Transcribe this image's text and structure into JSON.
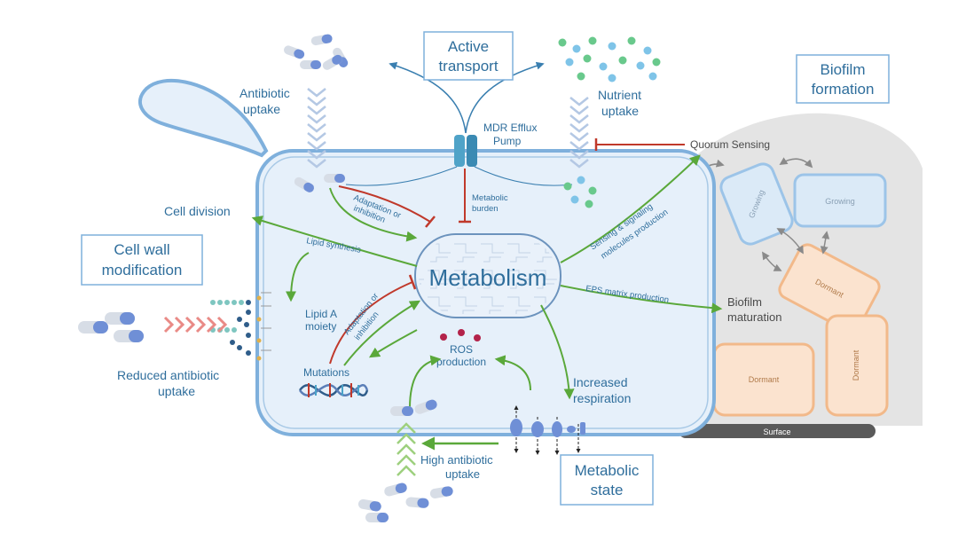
{
  "boxes": {
    "active_transport": [
      "Active",
      "transport"
    ],
    "biofilm_formation": [
      "Biofilm",
      "formation"
    ],
    "cell_wall_modification": [
      "Cell wall",
      "modification"
    ],
    "metabolic_state": [
      "Metabolic",
      "state"
    ]
  },
  "center": {
    "metabolism": "Metabolism"
  },
  "labels": {
    "antibiotic_uptake": [
      "Antibiotic",
      "uptake"
    ],
    "nutrient_uptake": [
      "Nutrient",
      "uptake"
    ],
    "mdr_efflux_pump": [
      "MDR Efflux",
      "Pump"
    ],
    "quorum_sensing": "Quorum Sensing",
    "cell_division": "Cell division",
    "lipid_synthesis": "Lipid synthesis",
    "lipid_a_moiety": [
      "Lipid A",
      "moiety"
    ],
    "adaptation_top": [
      "Adaptation or",
      "inhibition"
    ],
    "adaptation_left": [
      "Adaptation or",
      "inhibition"
    ],
    "metabolic_burden": [
      "Metabolic",
      "burden"
    ],
    "sensing_signaling": [
      "Sensing & signaling",
      "molecules production"
    ],
    "eps_matrix": "EPS matrix production",
    "biofilm_maturation": [
      "Biofilm",
      "maturation"
    ],
    "mutations": "Mutations",
    "ros_production": [
      "ROS",
      "production"
    ],
    "increased_respiration": [
      "Increased",
      "respiration"
    ],
    "reduced_antibiotic_uptake": [
      "Reduced antibiotic",
      "uptake"
    ],
    "high_antibiotic_uptake": [
      "High antibiotic",
      "uptake"
    ]
  },
  "biofilm_cells": {
    "growing_1": "Growing",
    "growing_2": "Growing",
    "dormant_1": "Dormant",
    "dormant_2": "Dormant",
    "dormant_3": "Dormant"
  },
  "surface": "Surface",
  "colors": {
    "cell_fill": "#e6f0fa",
    "cell_stroke": "#7fb0dc",
    "text_blue": "#2f6e9c",
    "arrow_green": "#5aa83a",
    "arrow_red": "#c0392b",
    "biofilm_gray": "#e4e4e4",
    "growing_blue": "#9cc4e8",
    "dormant_orange": "#f2b98a",
    "pill_blue": "#6f8fd6",
    "nutrient_green": "#69c98c",
    "nutrient_blue": "#7fc4e8"
  }
}
